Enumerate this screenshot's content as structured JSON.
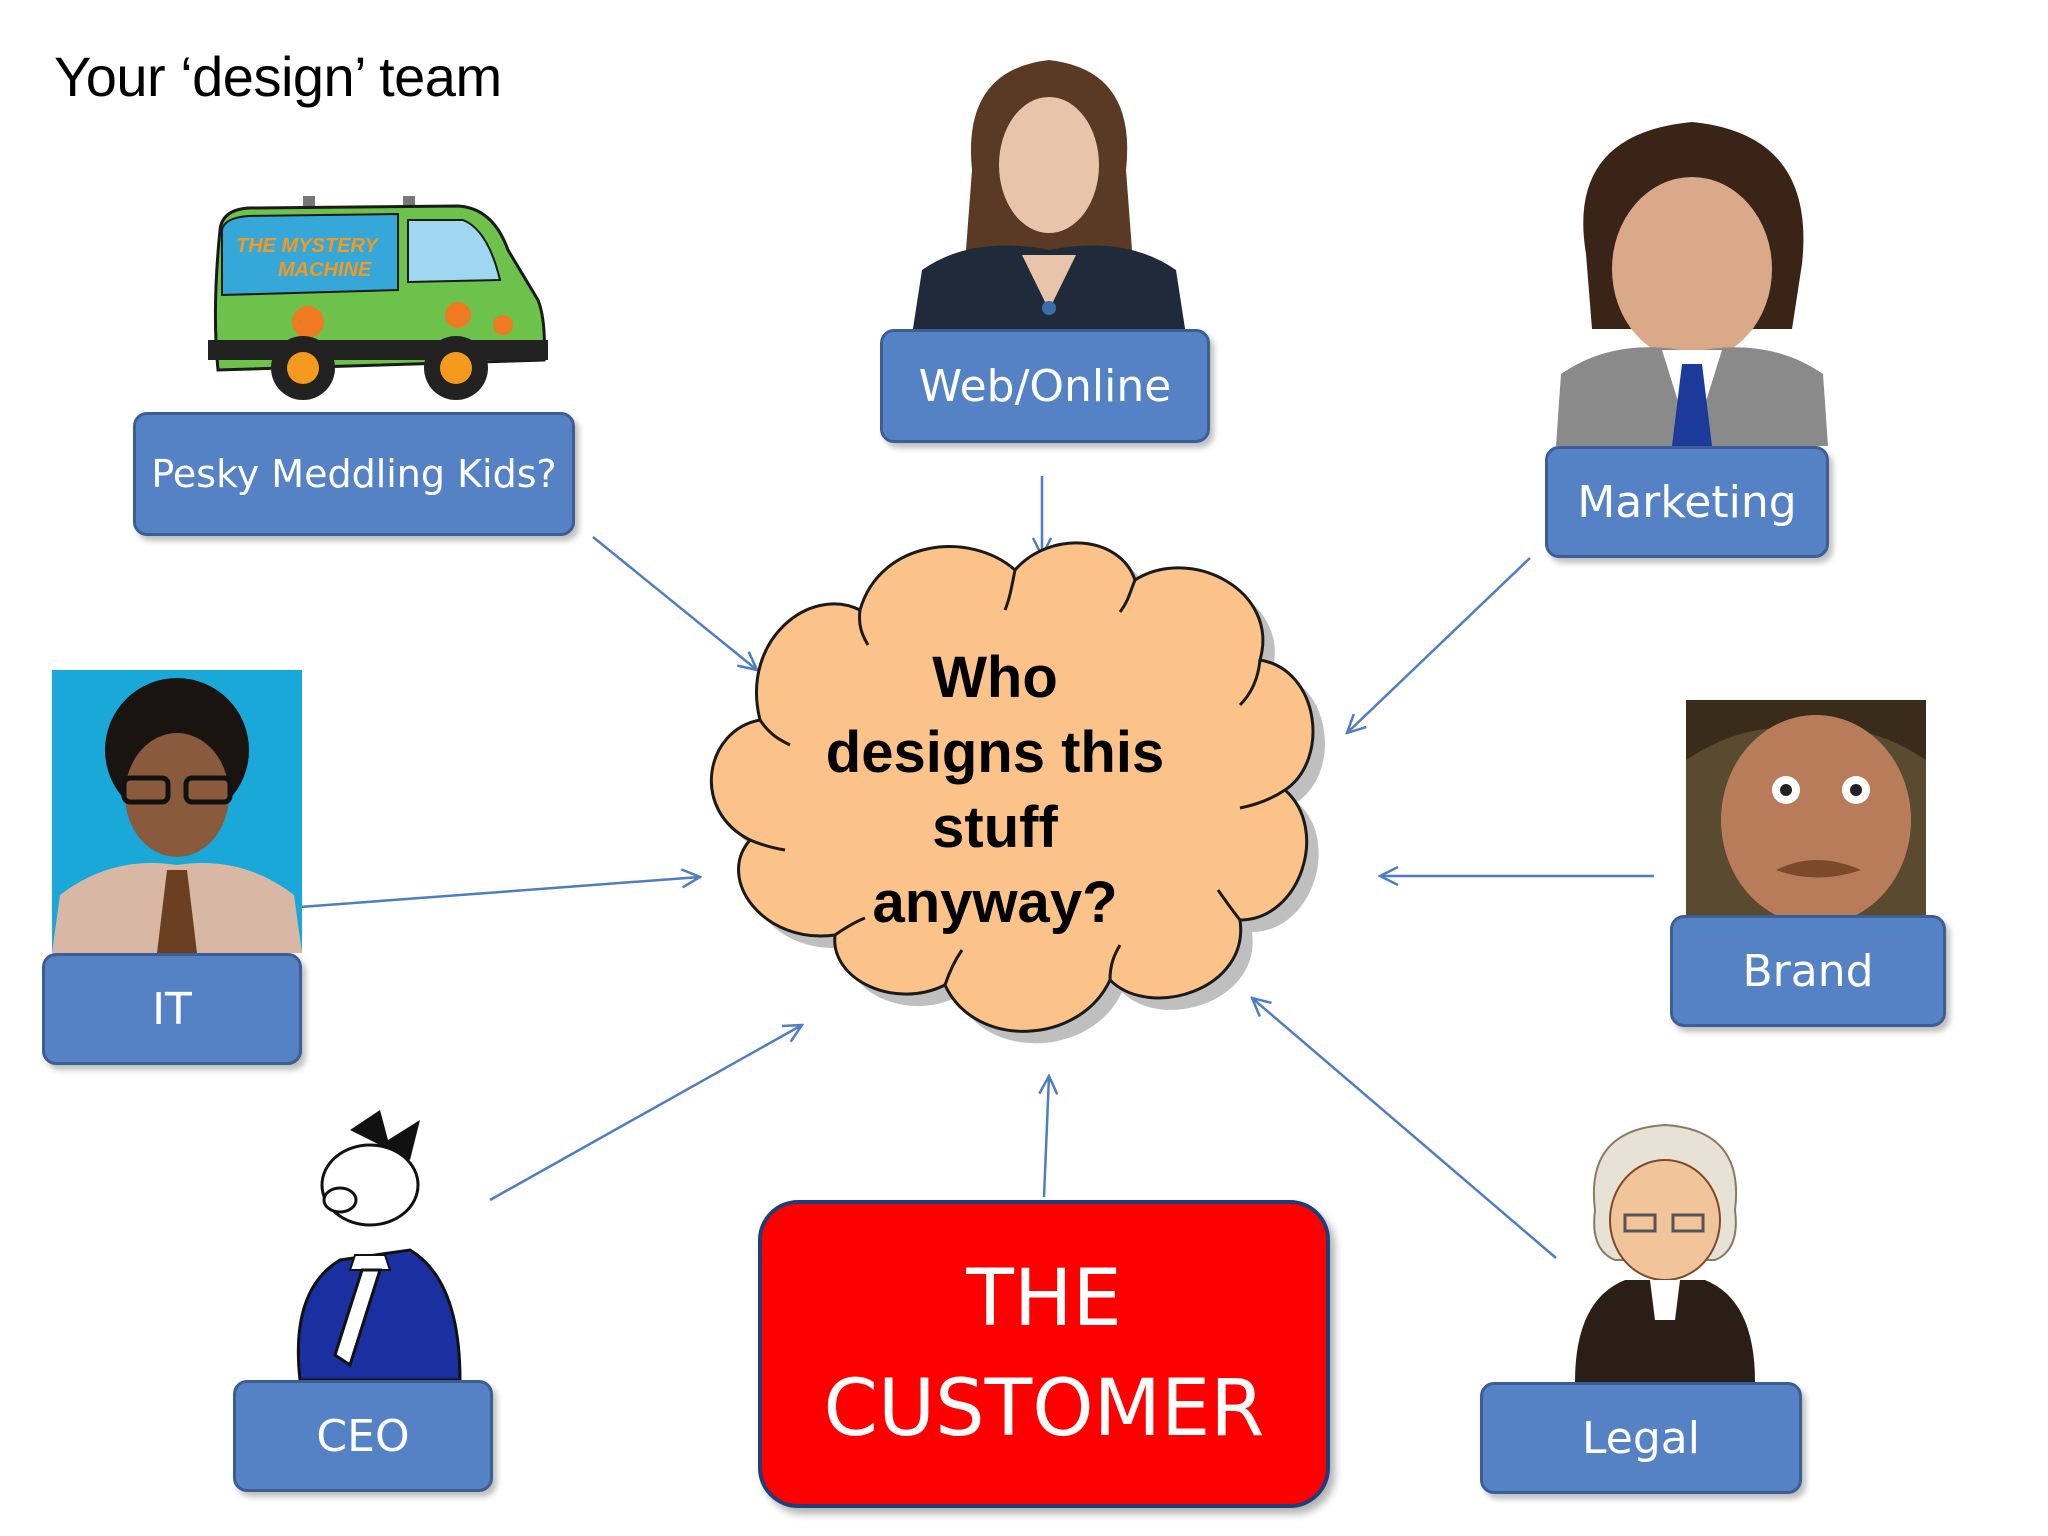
{
  "title": "Your ‘design’ team",
  "center": {
    "line1": "Who",
    "line2": "designs this",
    "line3": "stuff",
    "line4": "anyway?"
  },
  "labels": {
    "kids": "Pesky Meddling Kids?",
    "web": "Web/Online",
    "marketing": "Marketing",
    "it": "IT",
    "brand": "Brand",
    "ceo": "CEO",
    "legal": "Legal"
  },
  "customer": {
    "line1": "THE",
    "line2": "CUSTOMER"
  },
  "van_text": {
    "line1": "THE MYSTERY",
    "line2": "MACHINE"
  },
  "colors": {
    "label_fill": "#5582C4",
    "label_border": "#3C5E94",
    "cloud_fill": "#FBC38A",
    "customer_fill": "#FF0000",
    "arrow": "#4F7DC0"
  }
}
